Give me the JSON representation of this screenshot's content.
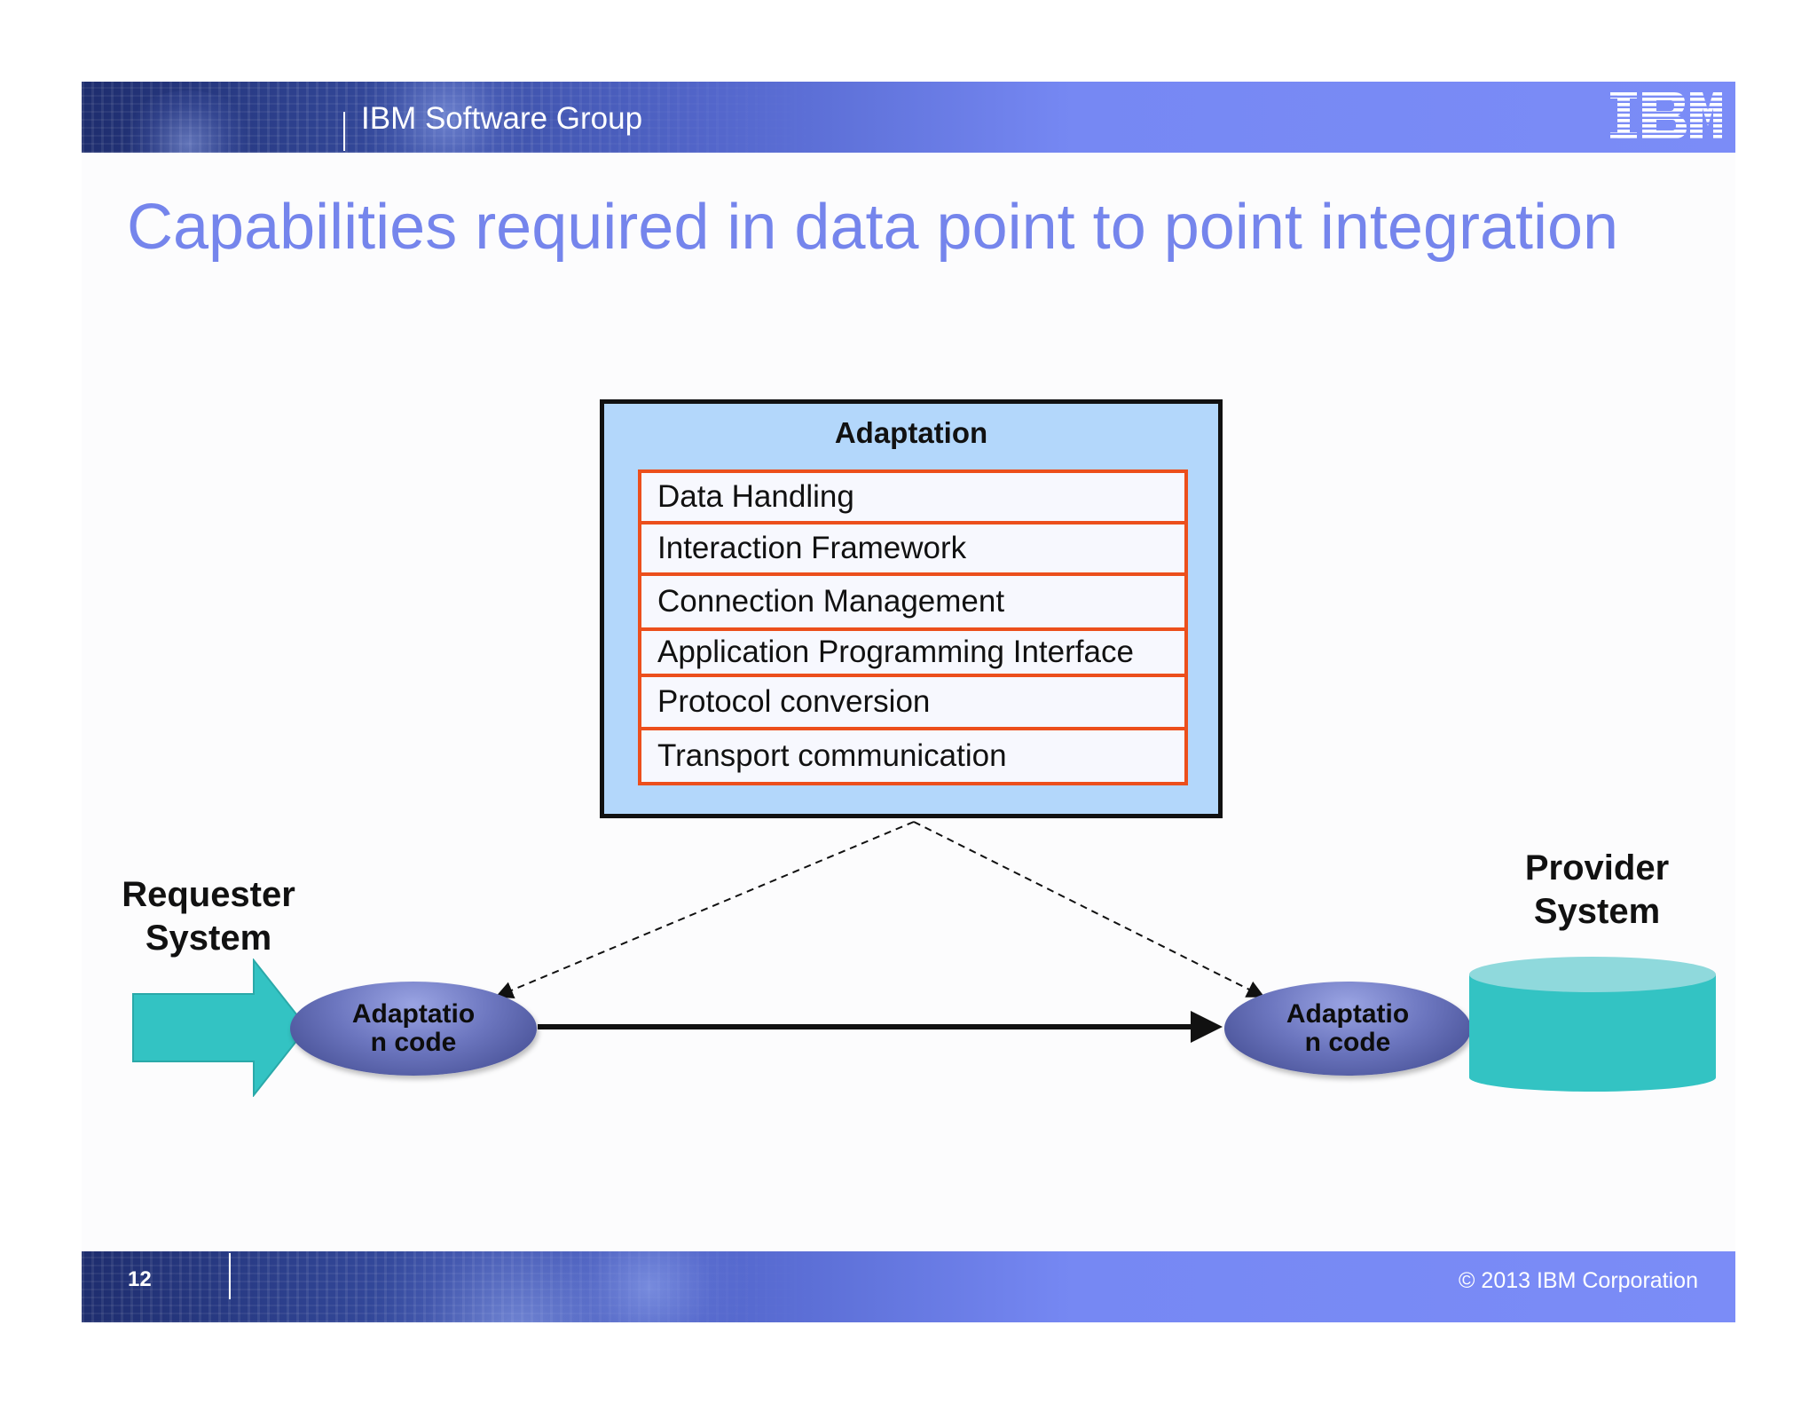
{
  "header": {
    "group_name": "IBM Software Group",
    "logo_text": "IBM"
  },
  "title": "Capabilities required in data point to point integration",
  "adaptation": {
    "title": "Adaptation",
    "layers": [
      "Data Handling",
      "Interaction Framework",
      "Connection Management",
      "Application Programming Interface",
      "Protocol conversion",
      "Transport communication"
    ]
  },
  "requester": {
    "label_line1": "Requester",
    "label_line2": "System",
    "node_line1": "Adaptatio",
    "node_line2": "n code"
  },
  "provider": {
    "label_line1": "Provider",
    "label_line2": "System",
    "node_line1": "Adaptatio",
    "node_line2": "n code"
  },
  "footer": {
    "page_number": "12",
    "copyright": "© 2013 IBM Corporation"
  },
  "colors": {
    "title": "#7585ec",
    "layer_border": "#ec4f1c",
    "adaptation_fill": "#b3d7fb",
    "teal": "#33c3c3",
    "banner_end": "#7b8cf7"
  }
}
